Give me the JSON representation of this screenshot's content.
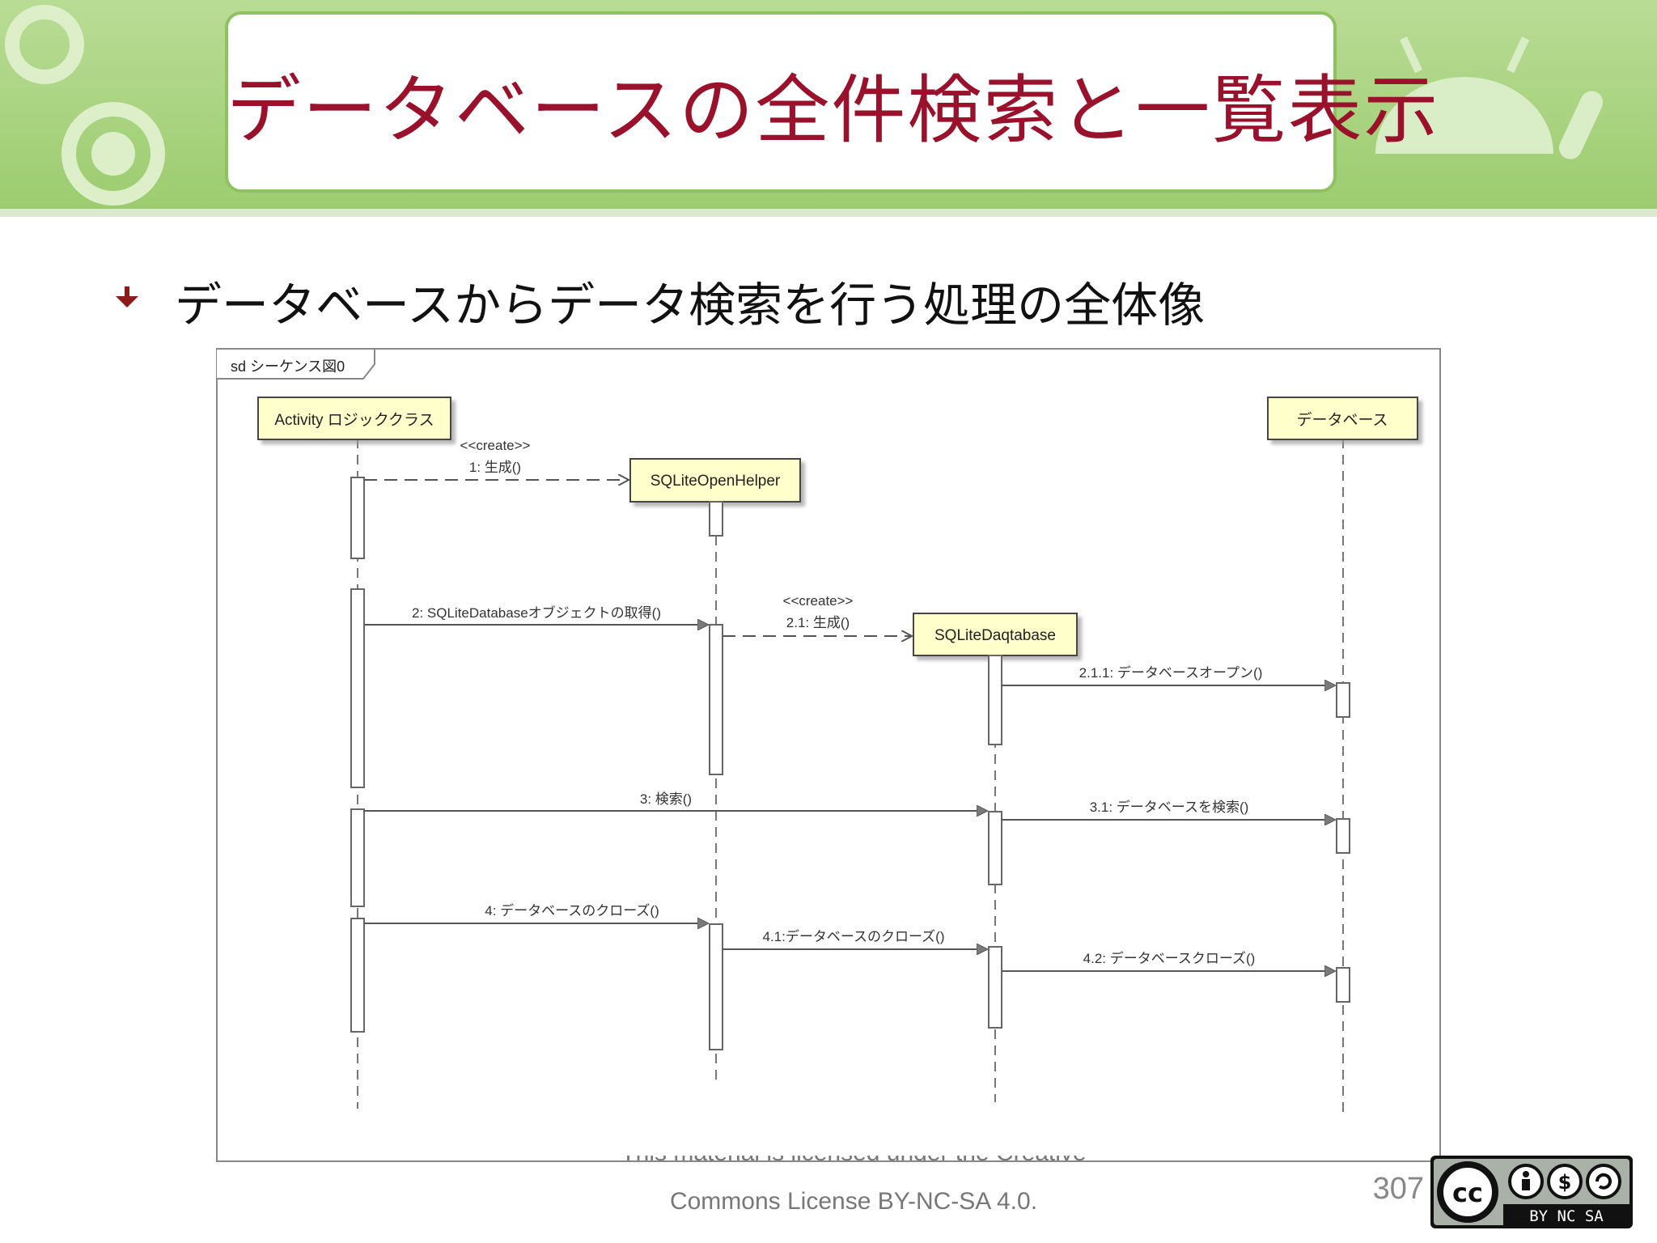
{
  "slide": {
    "title": "データベースの全件検索と一覧表示",
    "bullet": "データベースからデータ検索を行う処理の全体像",
    "footer_line1": "This material is licensed under the Creative",
    "footer_line2": "Commons License BY-NC-SA 4.0.",
    "page_number": "307",
    "license_badge": {
      "cc": "cc",
      "parts": "BY NC SA"
    }
  },
  "colors": {
    "title": "#99112a",
    "banner_green": "#a7d27d",
    "lifeline_box": "#ffffcc"
  },
  "diagram": {
    "frame_label": "sd シーケンス図0",
    "participants": {
      "activity": "Activity ロジッククラス",
      "openhelper": "SQLiteOpenHelper",
      "sqlitedb": "SQLiteDaqtabase",
      "database": "データベース"
    },
    "messages": {
      "m1_stereo": "<<create>>",
      "m1": "1: 生成()",
      "m2": "2: SQLiteDatabaseオブジェクトの取得()",
      "m21_stereo": "<<create>>",
      "m21": "2.1: 生成()",
      "m211": "2.1.1: データベースオープン()",
      "m3": "3: 検索()",
      "m31": "3.1: データベースを検索()",
      "m4": "4: データベースのクローズ()",
      "m41": "4.1:データベースのクローズ()",
      "m42": "4.2: データベースクローズ()"
    }
  }
}
